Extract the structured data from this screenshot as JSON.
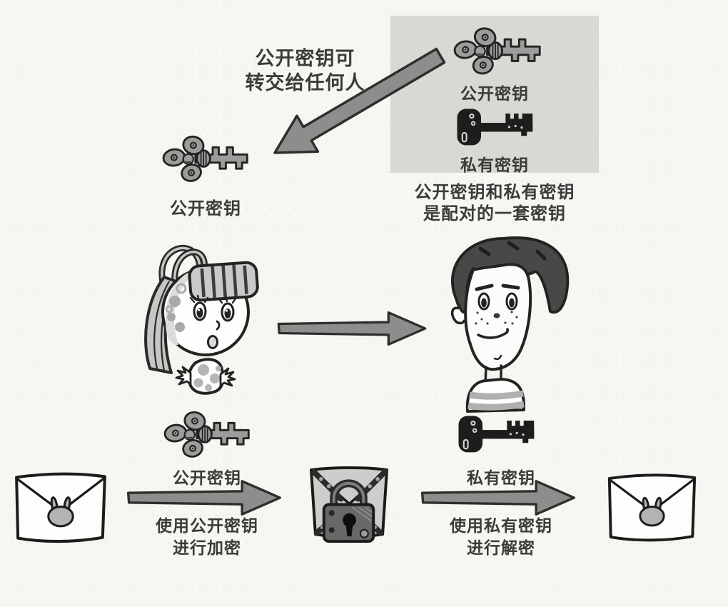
{
  "figure": {
    "title_hint": "public-key-cryptography-illustration",
    "colors": {
      "background": "#f6f6f3",
      "panel_fill": "#d8d8d5",
      "arrow_fill": "#8d8d8b",
      "ink": "#2e2e2c",
      "public_key_gray": "#9c9c9a",
      "private_key_black": "#1d1d1b",
      "seal_gray": "#b3b3b1",
      "text": "#3b3b39"
    },
    "icons": {
      "public_key": "public-key-icon",
      "private_key": "private-key-icon",
      "envelope": "envelope-icon",
      "locked_envelope": "locked-envelope-icon",
      "arrow": "arrow-right-icon",
      "diagonal_arrow": "diagonal-arrow-icon"
    }
  },
  "key_pair_box": {
    "public_key_label": "公开密钥",
    "private_key_label": "私有密钥",
    "caption": [
      "公开密钥和私有密钥",
      "是配对的一套密钥"
    ]
  },
  "handover_note": {
    "line1": "公开密钥可",
    "line2": "转交给任何人"
  },
  "received_key": {
    "label": "公开密钥"
  },
  "sender_key": {
    "label": "公开密钥"
  },
  "receiver_key": {
    "label": "私有密钥"
  },
  "encrypt_step": {
    "line1": "使用公开密钥",
    "line2": "进行加密"
  },
  "decrypt_step": {
    "line1": "使用私有密钥",
    "line2": "进行解密"
  }
}
